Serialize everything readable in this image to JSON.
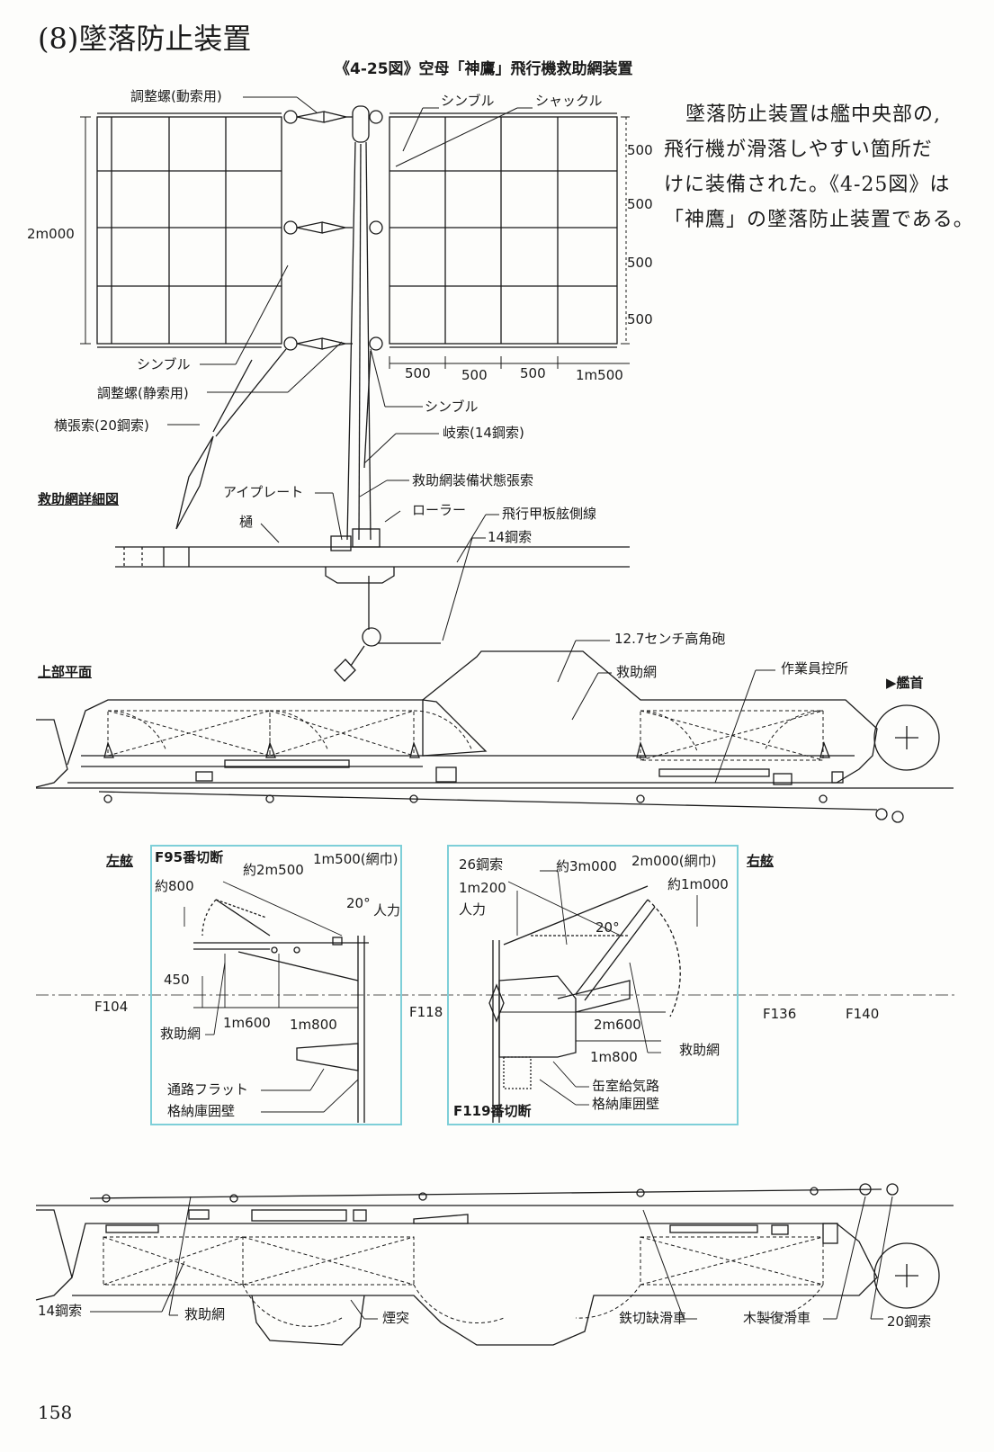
{
  "section_title": "(8)墜落防止装置",
  "figure_title": "《4-25図》空母「神鷹」飛行機救助網装置",
  "body_text": [
    "墜落防止装置は艦中央部の,",
    "飛行機が滑落しやすい箇所だ",
    "けに装備された。《4-25図》は",
    "「神鷹」の墜落防止装置である。"
  ],
  "net_detail": {
    "labels": {
      "adjust_dynamic": "調整螺(動索用)",
      "thimble_top": "シンブル",
      "shackle": "シャックル",
      "thimble_left": "シンブル",
      "adjust_static": "調整螺(静索用)",
      "thimble_mid": "シンブル",
      "side_wire": "横張索(20鋼索)",
      "branch_wire": "岐索(14鋼索)",
      "detail_title": "救助網詳細図",
      "eye_plate": "アイプレート",
      "gutter": "樋",
      "rig_wire": "救助網装備状態張索",
      "roller": "ローラー",
      "deck_line": "飛行甲板舷側線",
      "wire14": "14鋼索"
    },
    "dims": {
      "height": "2m000",
      "right_500": [
        "500",
        "500",
        "500",
        "500"
      ],
      "bottom": [
        "500",
        "500",
        "500",
        "1m500"
      ]
    }
  },
  "plan_view": {
    "upper_title": "上部平面",
    "bow": "▶艦首",
    "gun": "12.7センチ高角砲",
    "net": "救助網",
    "crew_shelter": "作業員控所",
    "port": "左舷",
    "starboard": "右舷",
    "frames": [
      "F104",
      "F118",
      "F136",
      "F140"
    ]
  },
  "section_f95": {
    "title": "F95番切断",
    "labels": {
      "approx2500": "約2m500",
      "width": "1m500(網巾)",
      "approx800": "約800",
      "angle": "20°",
      "manpower": "人力",
      "d450": "450",
      "d1600": "1m600",
      "d1800": "1m800",
      "net": "救助網",
      "flat": "通路フラット",
      "hangar": "格納庫囲壁"
    }
  },
  "section_f119": {
    "title": "F119番切断",
    "labels": {
      "wire26": "26鋼索",
      "approx3000": "約3m000",
      "width": "2m000(網巾)",
      "d1200": "1m200",
      "manpower": "人力",
      "approx1000": "約1m000",
      "angle": "20°",
      "d2600": "2m600",
      "net": "救助網",
      "d1800": "1m800",
      "vent": "缶室給気路",
      "hangar": "格納庫囲壁"
    }
  },
  "lower_labels": {
    "wire14": "14鋼索",
    "net": "救助網",
    "funnel": "煙突",
    "iron_block": "鉄切缺滑車",
    "wood_block": "木製復滑車",
    "wire20": "20鋼索"
  },
  "page_number": "158",
  "colors": {
    "ink": "#1a1a1a",
    "box_border": "#7ecfd8",
    "paper": "#fdfdfb"
  }
}
